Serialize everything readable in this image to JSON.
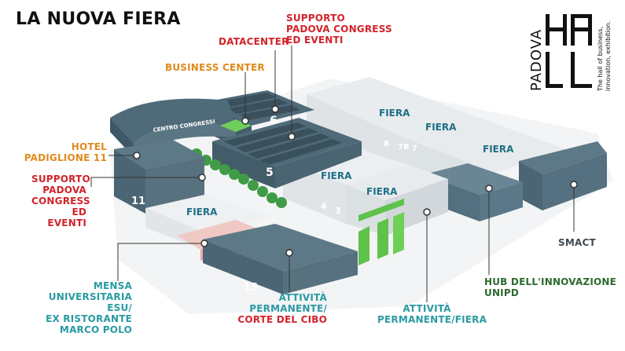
{
  "title": "LA NUOVA FIERA",
  "brand": {
    "city": "PADOVA",
    "logo": "HALL",
    "tagline_1": "The hall of business,",
    "tagline_2": "innovation, exhibition."
  },
  "labels": {
    "supporto_top_1": "SUPPORTO",
    "supporto_top_2": "PADOVA CONGRESS",
    "supporto_top_3": "ED EVENTI",
    "datacenter": "DATACENTER",
    "business_center": "BUSINESS CENTER",
    "hotel_1": "HOTEL",
    "hotel_2": "PADIGLIONE 11",
    "supporto_left_1": "SUPPORTO",
    "supporto_left_2": "PADOVA",
    "supporto_left_3": "CONGRESS",
    "supporto_left_4": "ED EVENTI",
    "mensa_1": "MENSA",
    "mensa_2": "UNIVERSITARIA ESU/",
    "mensa_3": "EX RISTORANTE",
    "mensa_4": "MARCO POLO",
    "attivita_corte_1": "ATTIVITÀ",
    "attivita_corte_2": "PERMANENTE/",
    "attivita_corte_3": "CORTE DEL CIBO",
    "attivita_fiera_1": "ATTIVITÀ",
    "attivita_fiera_2": "PERMANENTE/FIERA",
    "hub_1": "HUB DELL'INNOVAZIONE",
    "hub_2": "UNIPD",
    "smact": "SMACT"
  },
  "map": {
    "fiera": "FIERA",
    "centro_congressi": "CENTRO CONGRESSI",
    "pav_6": "6",
    "pav_5": "5",
    "pav_11": "11",
    "pav_15": "15",
    "pav_4": "4",
    "pav_3": "3",
    "pav_8": "8",
    "pav_7b": "7B",
    "pav_7": "7"
  },
  "colors": {
    "red": "#d2232a",
    "orange": "#e08a1e",
    "teal": "#2a9aa3",
    "slate": "#4f6a78",
    "green": "#2d6a2f",
    "accent_green": "#5fc24a"
  }
}
